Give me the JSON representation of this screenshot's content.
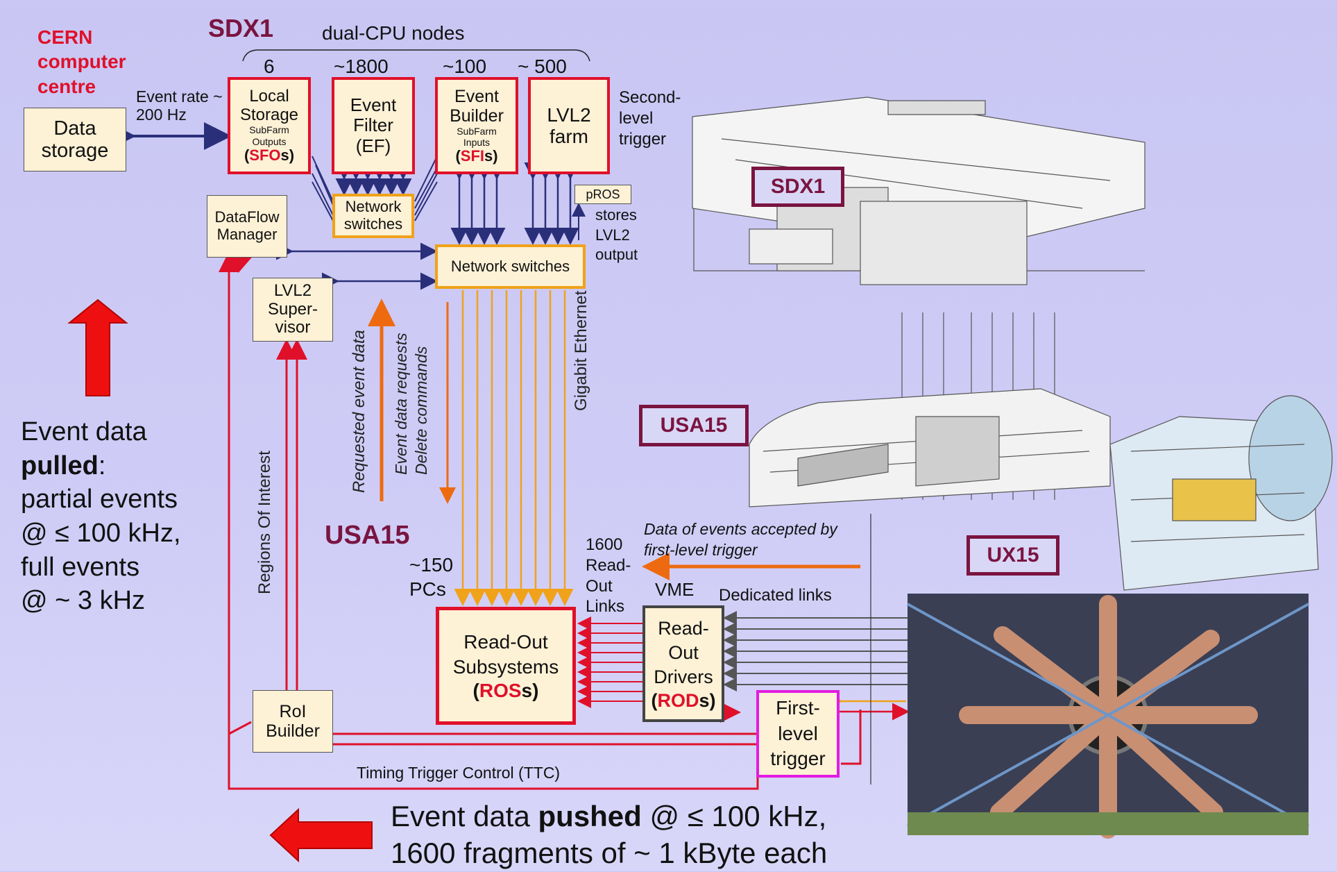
{
  "header": {
    "cern": "CERN computer centre",
    "sdx1": "SDX1",
    "dual_cpu": "dual-CPU nodes"
  },
  "counts": {
    "sfo": "6",
    "ef": "~1800",
    "sfi": "~100",
    "lvl2": "~ 500"
  },
  "boxes": {
    "data_storage": "Data storage",
    "sfo_title": "Local Storage",
    "sfo_sub": "SubFarm Outputs",
    "sfo_abbr_open": "(",
    "sfo_abbr_hl": "SFO",
    "sfo_abbr_close": "s)",
    "ef": "Event Filter (EF)",
    "sfi_title": "Event Builder",
    "sfi_sub": "SubFarm Inputs",
    "sfi_abbr_open": "(",
    "sfi_abbr_hl": "SFI",
    "sfi_abbr_close": "s)",
    "lvl2": "LVL2 farm",
    "net_small": "Network switches",
    "dfm": "DataFlow Manager",
    "pros": "pROS",
    "net_main": "Network switches",
    "lvl2_sup": "LVL2 Super- visor",
    "ros_title": "Read-Out Subsystems",
    "ros_abbr_open": "(",
    "ros_abbr_hl": "ROS",
    "ros_abbr_close": "s)",
    "rod_title": "Read- Out Drivers",
    "rod_abbr_open": "(",
    "rod_abbr_hl": "ROD",
    "rod_abbr_close": "s)",
    "roi": "RoI Builder",
    "flt": "First- level trigger"
  },
  "labels": {
    "event_rate": "Event rate ~ 200 Hz",
    "second_level": "Second- level trigger",
    "stores": "stores LVL2 output",
    "gigabit": "Gigabit Ethernet",
    "requested": "Requested event data",
    "requests": "Event data requests",
    "delete": "Delete commands",
    "roi_vert": "Regions Of Interest",
    "usa15": "USA15",
    "pcs": "~150 PCs",
    "rol": "1600 Read- Out Links",
    "vme": "VME",
    "dedicated": "Dedicated links",
    "accepted": "Data of events accepted by first-level trigger",
    "ttc": "Timing Trigger Control (TTC)"
  },
  "pulled": {
    "l1a": "Event data",
    "l2": "pulled",
    "l2b": ":",
    "l3": "partial events",
    "l4": "@ ≤ 100 kHz,",
    "l5": "full events",
    "l6": "@ ~ 3 kHz"
  },
  "pushed": {
    "a": "Event data ",
    "b": "pushed",
    "c": " @ ≤ 100 kHz,",
    "d": "1600 fragments of ~ 1 kByte each"
  },
  "tags": {
    "sdx1": "SDX1",
    "usa15": "USA15",
    "ux15": "UX15"
  },
  "colors": {
    "red": "#e0102a",
    "orange": "#f0a21a",
    "navy": "#2a2f7a",
    "maroon": "#7a1440",
    "magenta": "#e21ce0"
  }
}
